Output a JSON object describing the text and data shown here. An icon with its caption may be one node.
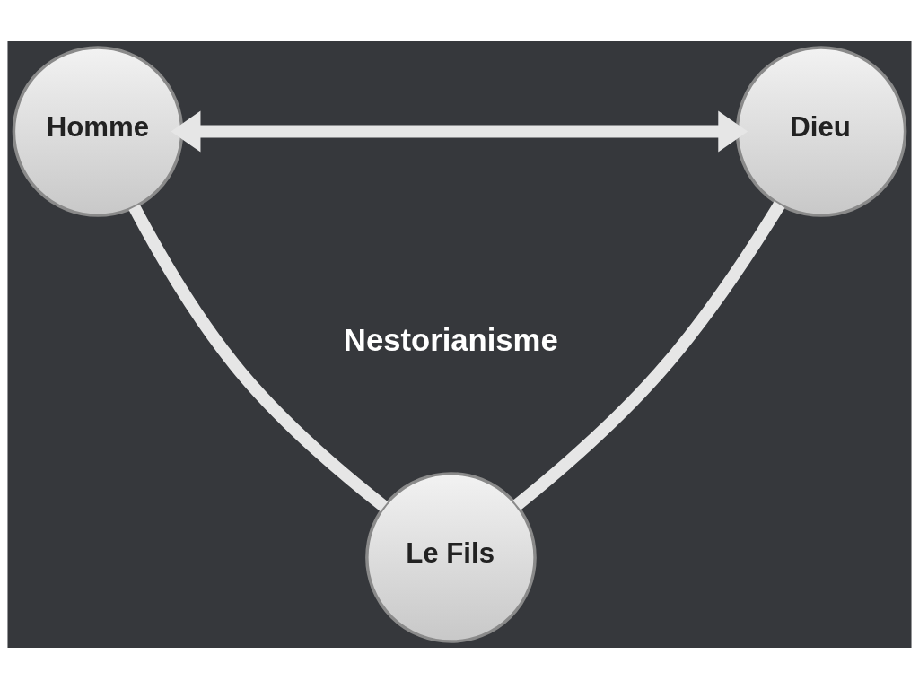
{
  "diagram": {
    "nodes": [
      {
        "text": [
          "Homme"
        ]
      },
      {
        "text": [
          "Dieu"
        ]
      },
      {
        "text": [
          "Le Fils"
        ]
      }
    ],
    "edges": [
      {
        "from": 0,
        "to": 1,
        "arrow": "both"
      },
      {
        "from": 0,
        "to": 2,
        "arrow": "none"
      },
      {
        "from": 1,
        "to": 2,
        "arrow": "none"
      }
    ],
    "labels": [
      "Nestorianisme"
    ]
  }
}
